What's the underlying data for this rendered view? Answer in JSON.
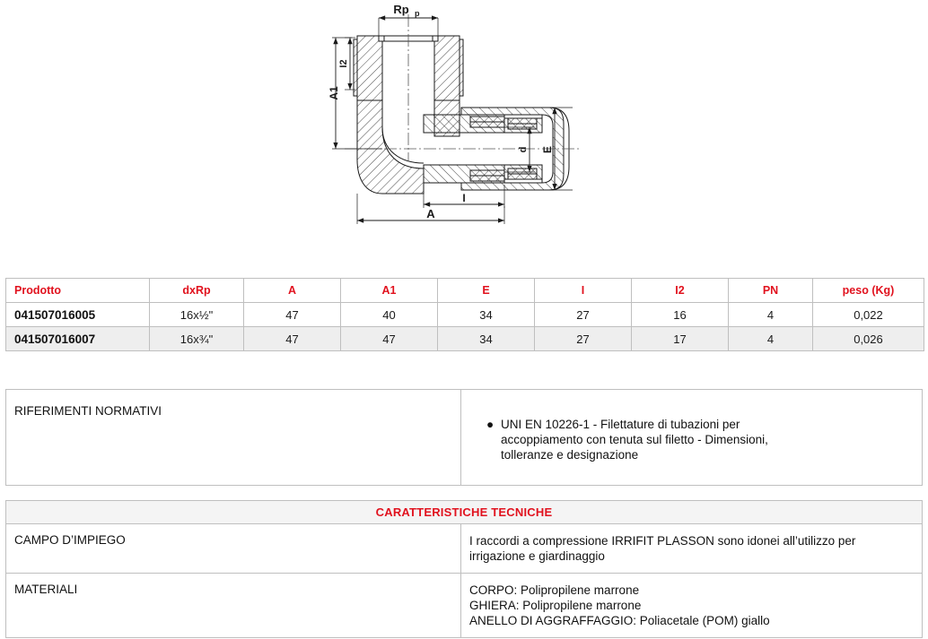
{
  "drawing": {
    "name": "elbow-compression-fitting-section-drawing",
    "dimension_labels": {
      "rp": "Rp",
      "rp_sub": "p",
      "i2": "I2",
      "a1": "A1",
      "d": "d",
      "e": "E",
      "i": "I",
      "a": "A"
    }
  },
  "dimension_table": {
    "headers": [
      "Prodotto",
      "dxRp",
      "A",
      "A1",
      "E",
      "I",
      "I2",
      "PN",
      "peso (Kg)"
    ],
    "rows": [
      {
        "prodotto": "041507016005",
        "dxRp": "16x½\"",
        "A": "47",
        "A1": "40",
        "E": "34",
        "I": "27",
        "I2": "16",
        "PN": "4",
        "peso": "0,022"
      },
      {
        "prodotto": "041507016007",
        "dxRp": "16x¾\"",
        "A": "47",
        "A1": "47",
        "E": "34",
        "I": "27",
        "I2": "17",
        "PN": "4",
        "peso": "0,026"
      }
    ],
    "header_color": "#e1121e",
    "alt_row_color": "#eeeeee"
  },
  "norms": {
    "title": "RIFERIMENTI NORMATIVI",
    "items": [
      {
        "bullet": "●",
        "text": "UNI EN 10226-1 - Filettature di tubazioni per accoppiamento con tenuta sul filetto - Dimensioni, tolleranze e designazione"
      }
    ]
  },
  "tech": {
    "title": "CARATTERISTICHE TECNICHE",
    "rows": [
      {
        "label": "CAMPO D’IMPIEGO",
        "lines": [
          "I raccordi a compressione IRRIFIT PLASSON sono idonei all’utilizzo per irrigazione e giardinaggio"
        ]
      },
      {
        "label": "MATERIALI",
        "lines": [
          "CORPO: Polipropilene marrone",
          "GHIERA: Polipropilene marrone",
          "ANELLO DI AGGRAFFAGGIO: Poliacetale (POM) giallo"
        ]
      }
    ]
  }
}
